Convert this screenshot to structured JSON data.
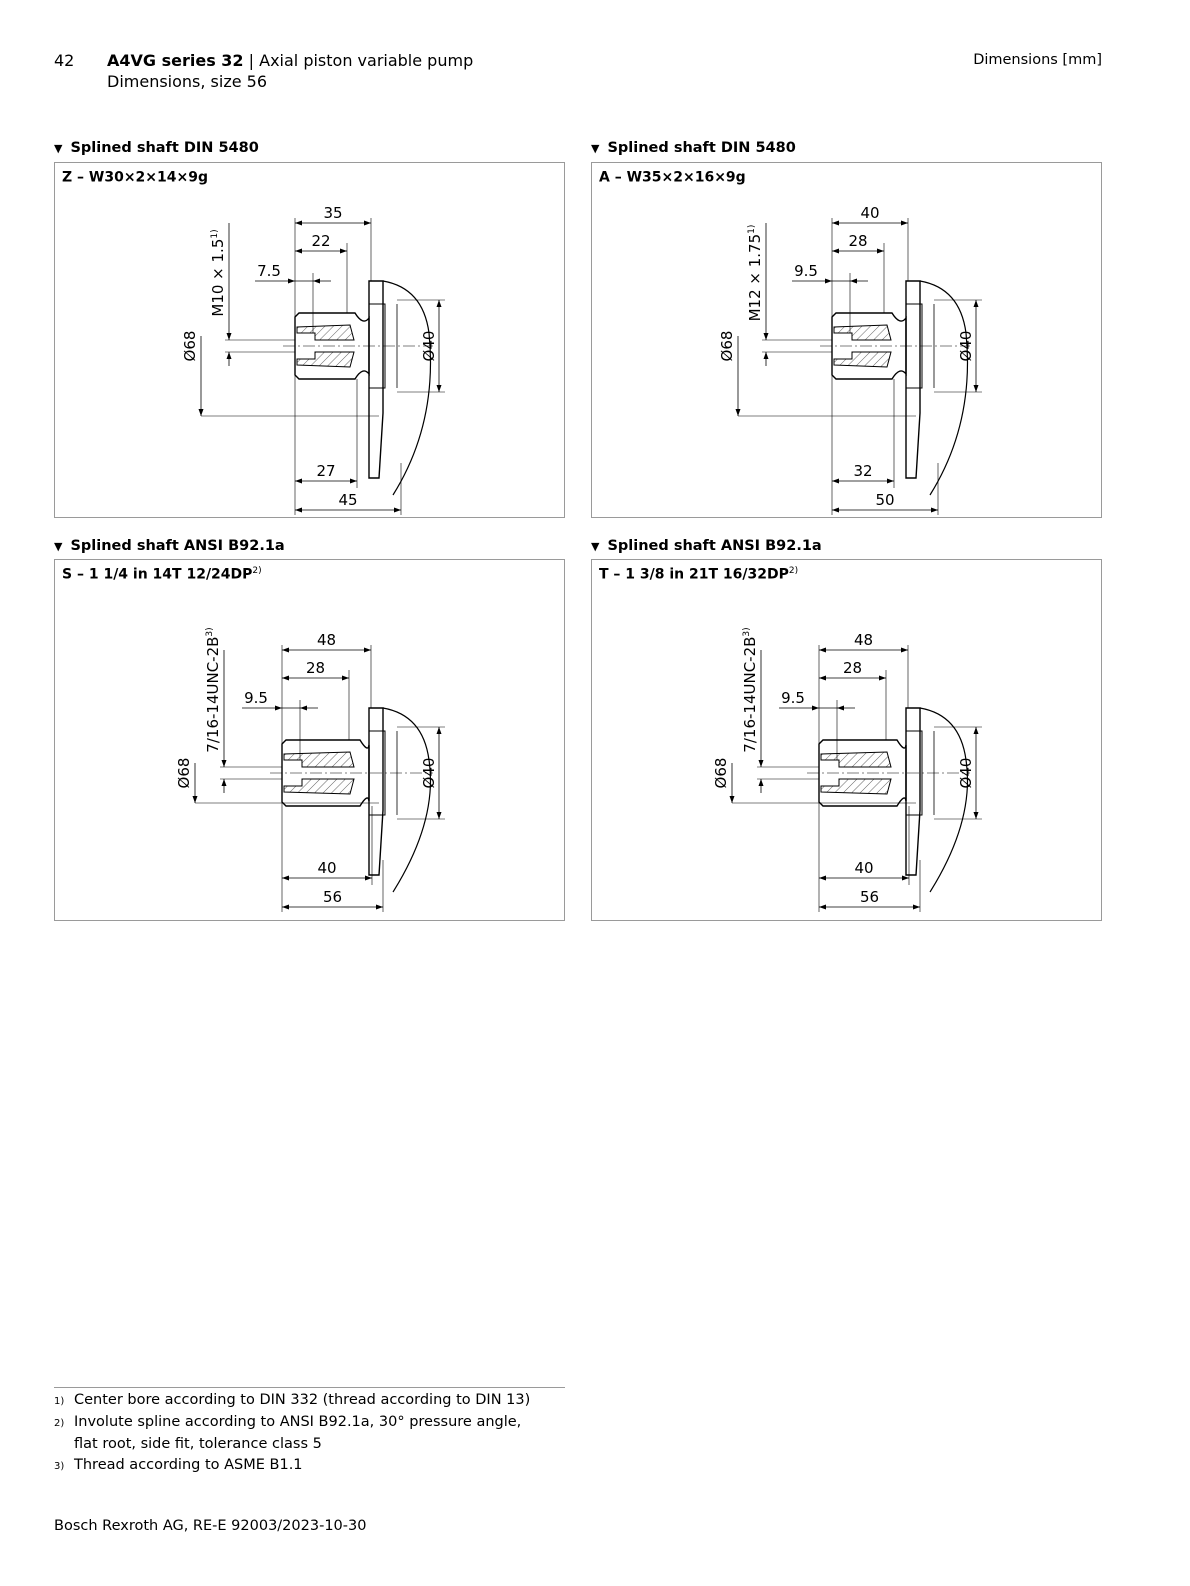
{
  "header": {
    "page_number": "42",
    "series": "A4VG series 32",
    "separator": " | ",
    "product": "Axial piston variable pump",
    "subtitle": "Dimensions, size 56",
    "right": "Dimensions [mm]"
  },
  "sections": [
    {
      "heading": "Splined shaft DIN 5480",
      "title": "Z – W30×2×14×9g",
      "title_sup": "",
      "thread": "M10 × 1.5",
      "thread_sup": "1)",
      "dims": {
        "top1": "35",
        "top2": "22",
        "top3": "7.5",
        "bot1": "27",
        "bot2": "45",
        "dia_large": "Ø68",
        "dia_small": "Ø40"
      }
    },
    {
      "heading": "Splined shaft DIN 5480",
      "title": "A – W35×2×16×9g",
      "title_sup": "",
      "thread": "M12 × 1.75",
      "thread_sup": "1)",
      "dims": {
        "top1": "40",
        "top2": "28",
        "top3": "9.5",
        "bot1": "32",
        "bot2": "50",
        "dia_large": "Ø68",
        "dia_small": "Ø40"
      }
    },
    {
      "heading": "Splined shaft ANSI B92.1a",
      "title": "S – 1 1/4 in 14T 12/24DP",
      "title_sup": "2)",
      "thread": "7/16-14UNC-2B",
      "thread_sup": "3)",
      "dims": {
        "top1": "48",
        "top2": "28",
        "top3": "9.5",
        "bot1": "40",
        "bot2": "56",
        "dia_large": "Ø68",
        "dia_small": "Ø40"
      }
    },
    {
      "heading": "Splined shaft ANSI B92.1a",
      "title": "T – 1 3/8 in 21T 16/32DP",
      "title_sup": "2)",
      "thread": "7/16-14UNC-2B",
      "thread_sup": "3)",
      "dims": {
        "top1": "48",
        "top2": "28",
        "top3": "9.5",
        "bot1": "40",
        "bot2": "56",
        "dia_large": "Ø68",
        "dia_small": "Ø40"
      }
    }
  ],
  "section_marker": "▼",
  "footnotes": [
    {
      "num": "1)",
      "text": "Center bore according to DIN 332 (thread according to DIN 13)"
    },
    {
      "num": "2)",
      "text": "Involute spline according to ANSI B92.1a, 30° pressure angle,"
    },
    {
      "num": "",
      "text": "flat root, side fit, tolerance class 5"
    },
    {
      "num": "3)",
      "text": "Thread according to ASME B1.1"
    }
  ],
  "footer": "Bosch Rexroth AG, RE-E 92003/2023-10-30"
}
